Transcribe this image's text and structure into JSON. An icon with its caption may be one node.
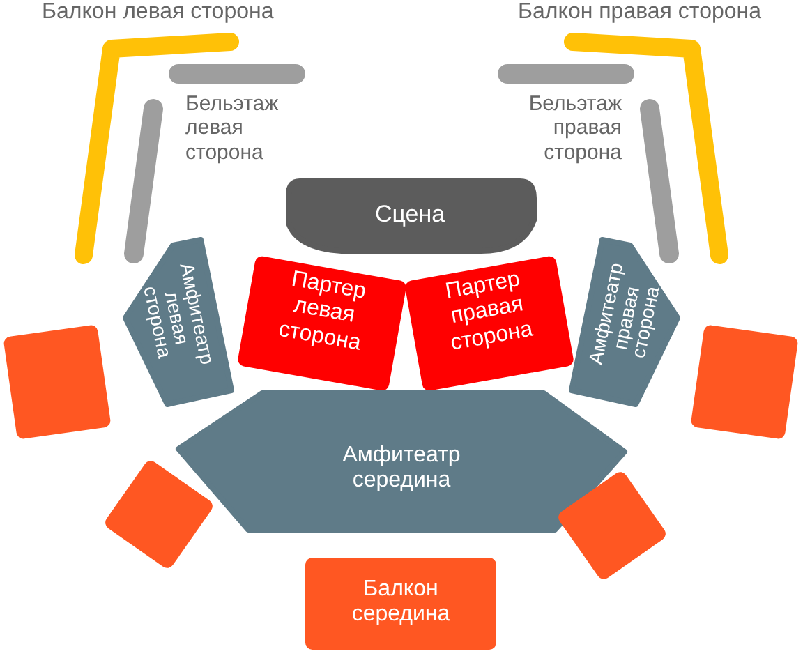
{
  "diagram": {
    "nodes": [
      {
        "text": [
          "Балкон  левая сторона"
        ]
      },
      {
        "text": [
          "Бельэтаж левая сторона"
        ]
      },
      {
        "text": [
          "Балкон  правая сторона"
        ]
      },
      {
        "text": [
          "Бельэтаж правая сторона"
        ]
      },
      {
        "text": [
          "Сцена"
        ]
      },
      {
        "text": [
          "Амфитеатр левая сторона"
        ]
      },
      {
        "text": [
          "Партер левая сторона"
        ]
      },
      {
        "text": [
          "Партер правая сторона"
        ]
      },
      {
        "text": [
          "Амфитеатр правая сторона"
        ]
      },
      {
        "text": [],
        "shape": "box"
      },
      {
        "text": [],
        "shape": "box"
      },
      {
        "text": [
          "Амфитеатр середина"
        ]
      },
      {
        "text": [],
        "shape": "box"
      },
      {
        "text": [],
        "shape": "box"
      },
      {
        "text": [
          "Балкон середина"
        ]
      }
    ]
  }
}
